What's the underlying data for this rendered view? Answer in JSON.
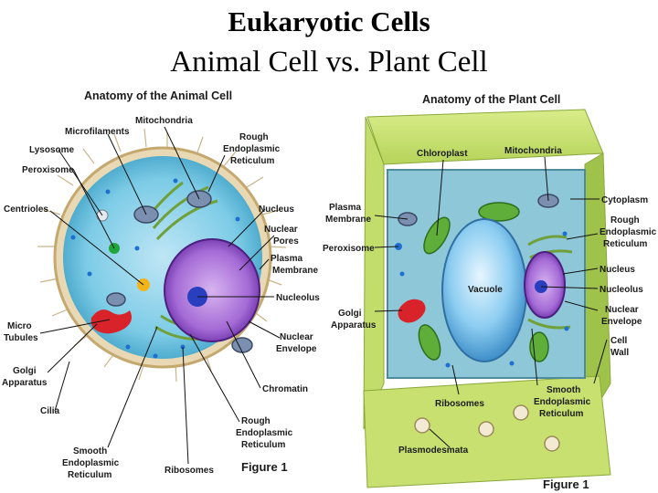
{
  "slide": {
    "title": "Eukaryotic Cells",
    "subtitle": "Animal Cell vs. Plant Cell"
  },
  "animal": {
    "heading": "Anatomy of the Animal Cell",
    "figure": "Figure 1",
    "labels": {
      "microfilaments": "Microfilaments",
      "mitochondria": "Mitochondria",
      "lysosome": "Lysosome",
      "peroxisome": "Peroxisome",
      "centrioles": "Centrioles",
      "rough_er_1": "Rough",
      "rough_er_2": "Endoplasmic",
      "rough_er_3": "Reticulum",
      "nucleus": "Nucleus",
      "nuclear_pores_1": "Nuclear",
      "nuclear_pores_2": "Pores",
      "plasma_membrane_1": "Plasma",
      "plasma_membrane_2": "Membrane",
      "nucleolus": "Nucleolus",
      "micro_tubules_1": "Micro",
      "micro_tubules_2": "Tubules",
      "golgi_1": "Golgi",
      "golgi_2": "Apparatus",
      "nuclear_envelope_1": "Nuclear",
      "nuclear_envelope_2": "Envelope",
      "chromatin": "Chromatin",
      "cilia": "Cilia",
      "rough_er_b_1": "Rough",
      "rough_er_b_2": "Endoplasmic",
      "rough_er_b_3": "Reticulum",
      "smooth_er_1": "Smooth",
      "smooth_er_2": "Endoplasmic",
      "smooth_er_3": "Reticulum",
      "ribosomes": "Ribosomes"
    }
  },
  "plant": {
    "heading": "Anatomy of the Plant Cell",
    "figure": "Figure 1",
    "labels": {
      "chloroplast": "Chloroplast",
      "mitochondria": "Mitochondria",
      "plasma_membrane_1": "Plasma",
      "plasma_membrane_2": "Membrane",
      "cytoplasm": "Cytoplasm",
      "rough_er_1": "Rough",
      "rough_er_2": "Endoplasmic",
      "rough_er_3": "Reticulum",
      "peroxisome": "Peroxisome",
      "vacuole": "Vacuole",
      "nucleus": "Nucleus",
      "nucleolus": "Nucleolus",
      "golgi_1": "Golgi",
      "golgi_2": "Apparatus",
      "nuclear_envelope_1": "Nuclear",
      "nuclear_envelope_2": "Envelope",
      "cell_wall_1": "Cell",
      "cell_wall_2": "Wall",
      "ribosomes": "Ribosomes",
      "smooth_er_1": "Smooth",
      "smooth_er_2": "Endoplasmic",
      "smooth_er_3": "Reticulum",
      "plasmodesmata": "Plasmodesmata"
    }
  }
}
